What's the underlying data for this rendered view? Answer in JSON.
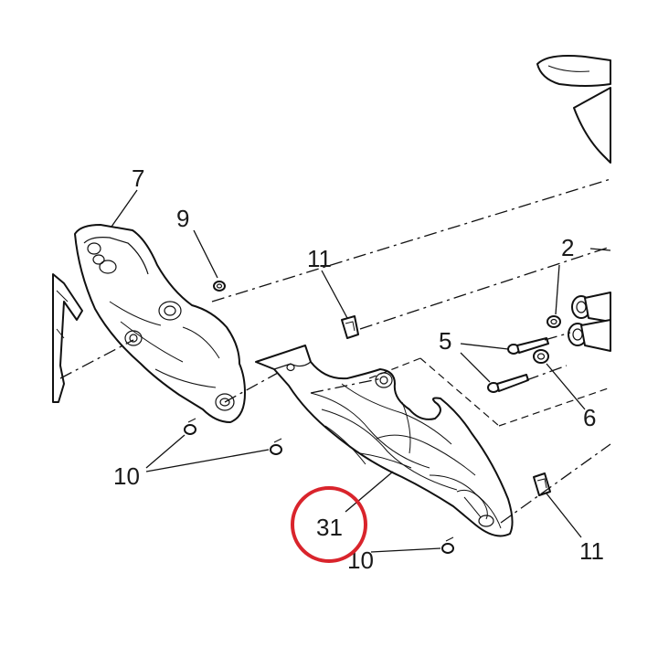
{
  "labels": {
    "l7": "7",
    "l9": "9",
    "l11a": "11",
    "l2": "2",
    "l5": "5",
    "l6": "6",
    "l10a": "10",
    "l31": "31",
    "l10b": "10",
    "l11b": "11"
  },
  "highlight": {
    "color": "#d9242c"
  }
}
